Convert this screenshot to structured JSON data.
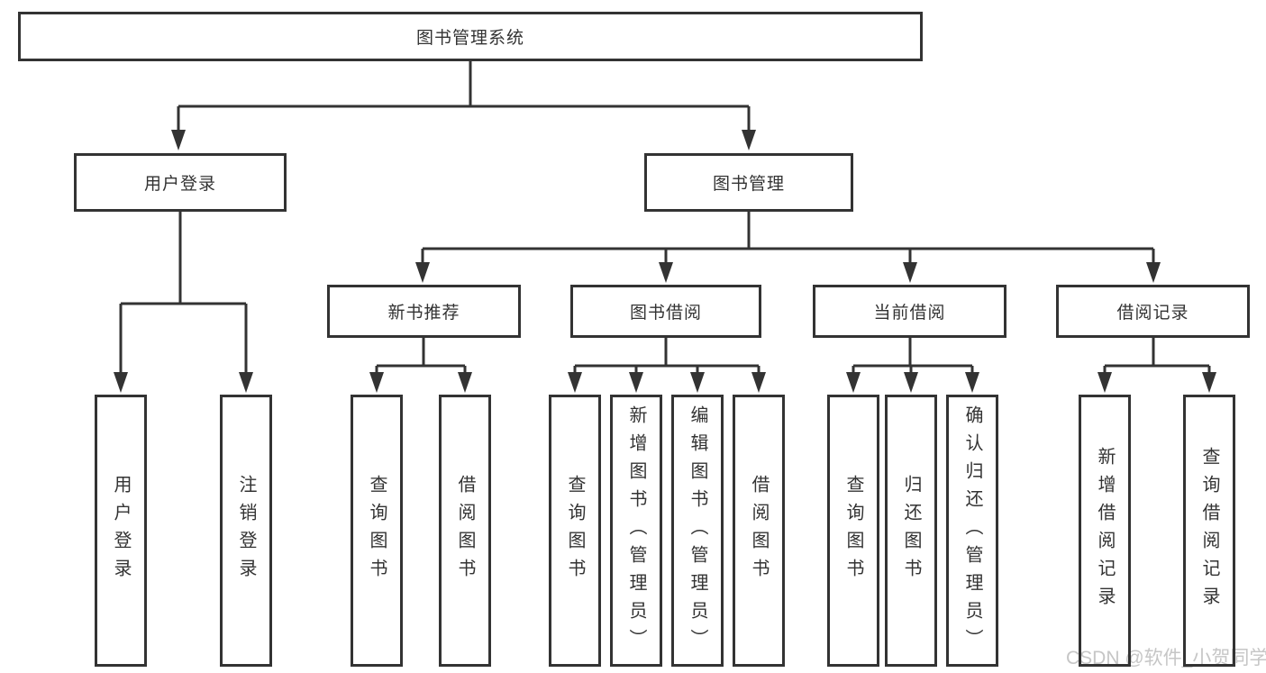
{
  "diagram": {
    "root": "图书管理系统",
    "branches": [
      {
        "label": "用户登录",
        "children": [
          "用户登录",
          "注销登录"
        ]
      },
      {
        "label": "图书管理",
        "groups": [
          {
            "label": "新书推荐",
            "children": [
              "查询图书",
              "借阅图书"
            ]
          },
          {
            "label": "图书借阅",
            "children": [
              "查询图书",
              "新增图书（管理员）",
              "编辑图书（管理员）",
              "借阅图书"
            ]
          },
          {
            "label": "当前借阅",
            "children": [
              "查询图书",
              "归还图书",
              "确认归还（管理员）"
            ]
          },
          {
            "label": "借阅记录",
            "children": [
              "新增借阅记录",
              "查询借阅记录"
            ]
          }
        ]
      }
    ],
    "colors": {
      "line": "#333333",
      "box_border": "#333333",
      "text": "#333333",
      "background": "#ffffff",
      "watermark": "#c6c6c6"
    }
  },
  "watermark": {
    "text": "CSDN @软件_小贺同学"
  }
}
